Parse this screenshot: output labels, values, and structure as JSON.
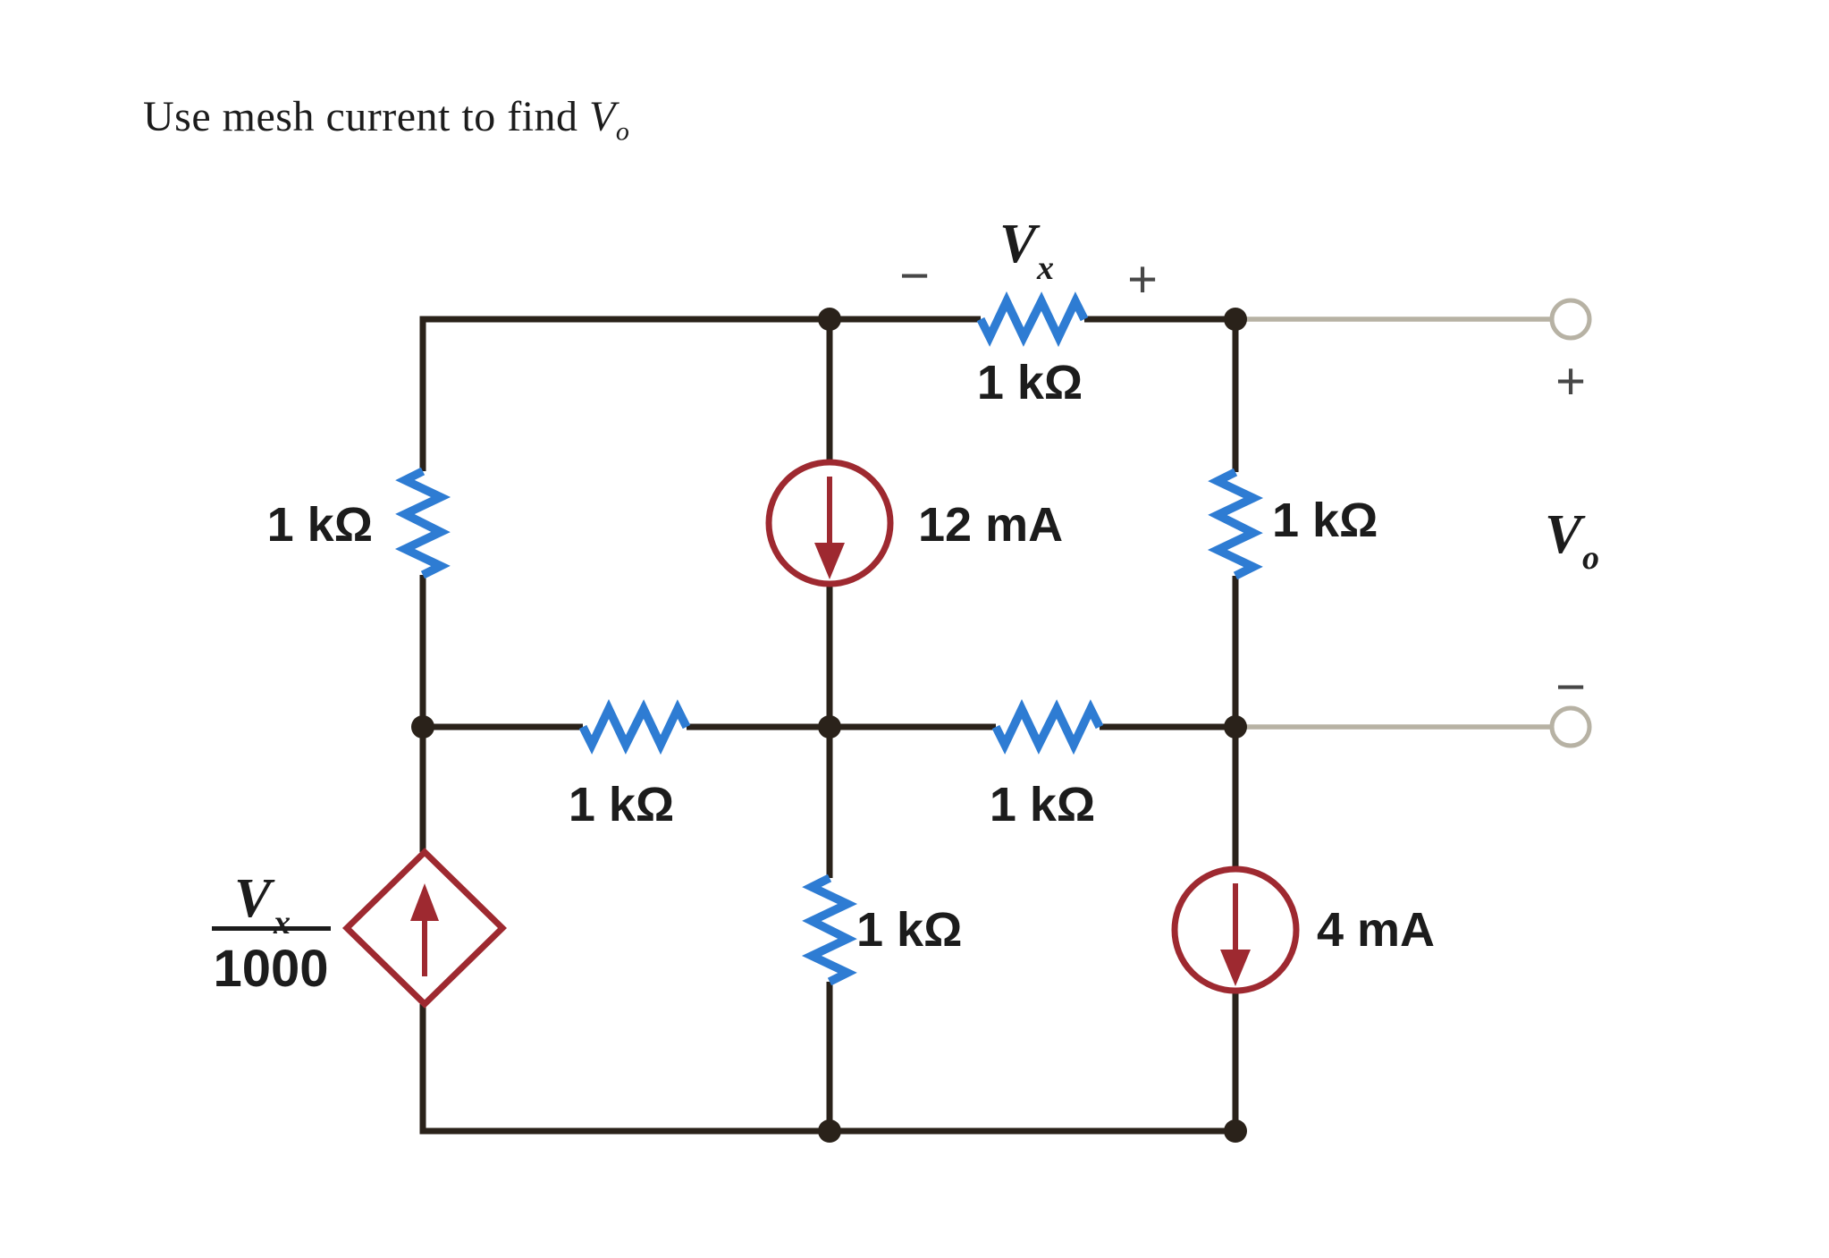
{
  "title": {
    "prefix": "Use mesh current to find ",
    "variable": "V",
    "subscript": "o"
  },
  "colors": {
    "wire": "#2a221a",
    "resistor": "#2e7cd3",
    "source": "#9e2930",
    "terminal": "#b7b2a4",
    "text": "#1c1c1c",
    "sign": "#474747"
  },
  "components": {
    "r_left": {
      "label": "1 kΩ"
    },
    "r_top": {
      "label": "1 kΩ"
    },
    "r_right": {
      "label": "1 kΩ"
    },
    "r_mid_left": {
      "label": "1 kΩ"
    },
    "r_mid_right": {
      "label": "1 kΩ"
    },
    "r_bottom": {
      "label": "1 kΩ"
    },
    "source_12ma": {
      "label": "12 mA"
    },
    "source_4ma": {
      "label": "4 mA"
    },
    "dep_source": {
      "numerator_variable": "V",
      "numerator_subscript": "x",
      "denominator": "1000"
    }
  },
  "annotations": {
    "vx": {
      "variable": "V",
      "subscript": "x",
      "minus_sign": "−",
      "plus_sign": "+"
    },
    "vo": {
      "variable": "V",
      "subscript": "o",
      "plus_sign": "+",
      "minus_sign": "−"
    }
  }
}
